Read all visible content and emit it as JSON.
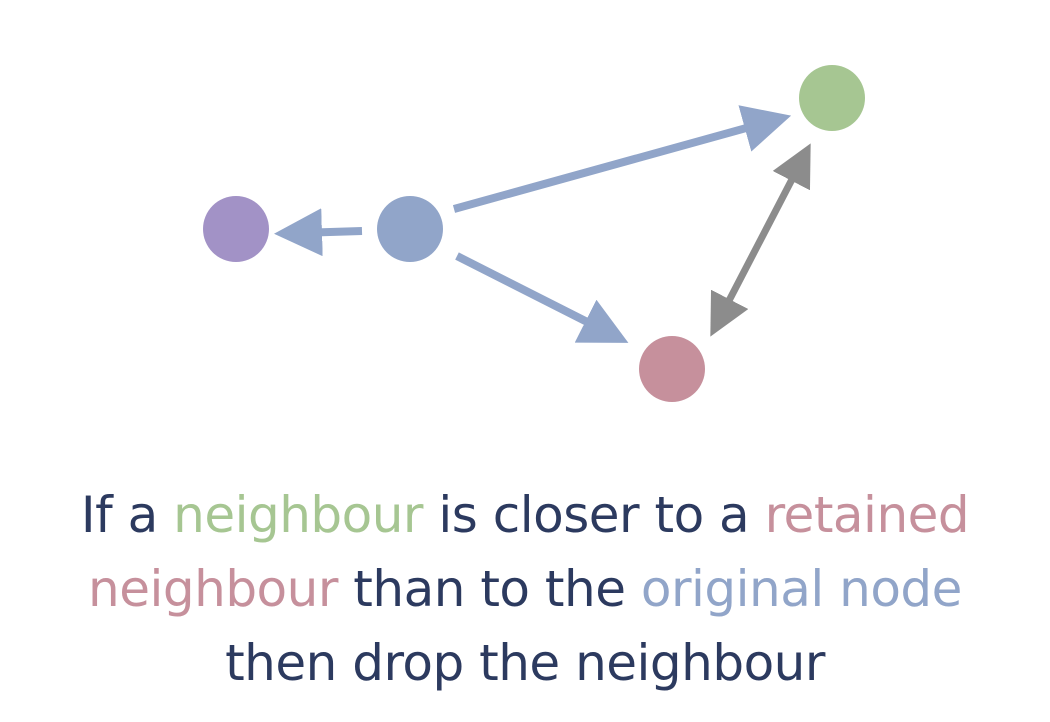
{
  "colors": {
    "text": "#2c3a5f",
    "neighbour": "#a6c692",
    "retained": "#c6909c",
    "original": "#91a5c9",
    "other": "#a292c6",
    "connector": "#8c8c8c"
  },
  "caption": {
    "line1": {
      "part1": "If a ",
      "neighbour": "neighbour",
      "part2": " is closer to a ",
      "retained": "retained"
    },
    "line2": {
      "retained": "neighbour",
      "part1": " than to the ",
      "original": "original node"
    },
    "line3": {
      "text": "then drop the neighbour"
    }
  }
}
